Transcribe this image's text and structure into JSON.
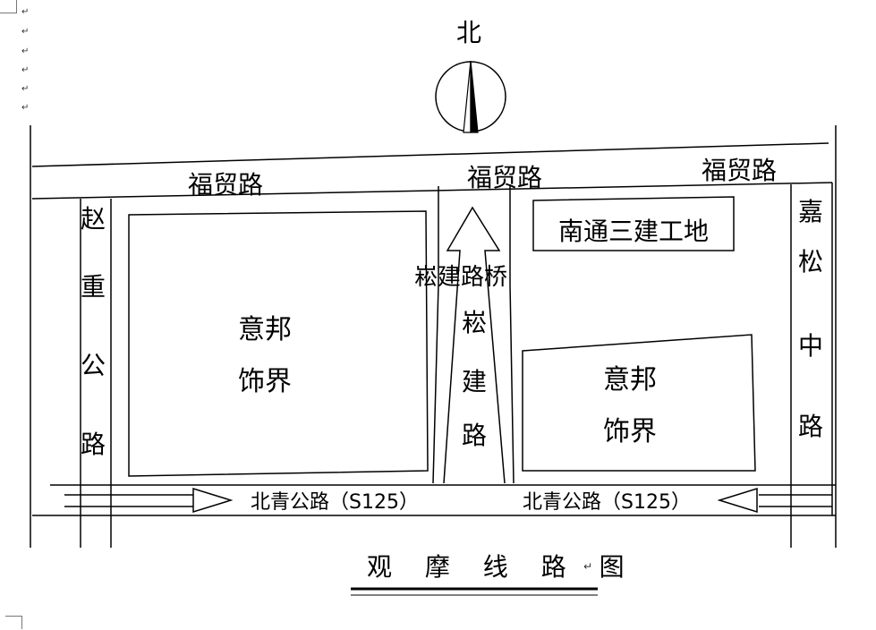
{
  "compass": {
    "label": "北"
  },
  "roads": {
    "fumao_west": "福贸路",
    "fumao_mid": "福贸路",
    "fumao_east": "福贸路",
    "zhaozhong": [
      "赵",
      "重",
      "公",
      "路"
    ],
    "jiasong": [
      "嘉",
      "松",
      "中",
      "路"
    ],
    "songjian_bridge": "崧建路桥",
    "songjian": [
      "崧",
      "建",
      "路"
    ],
    "beiqing_west": "北青公路（S125）",
    "beiqing_east": "北青公路（S125）"
  },
  "sites": {
    "yibang_west": [
      "意邦",
      "饰界"
    ],
    "yibang_east": [
      "意邦",
      "饰界"
    ],
    "nantong": "南通三建工地"
  },
  "title": "观 摩 线 路 图",
  "marks": {
    "paragraph": "↵"
  }
}
